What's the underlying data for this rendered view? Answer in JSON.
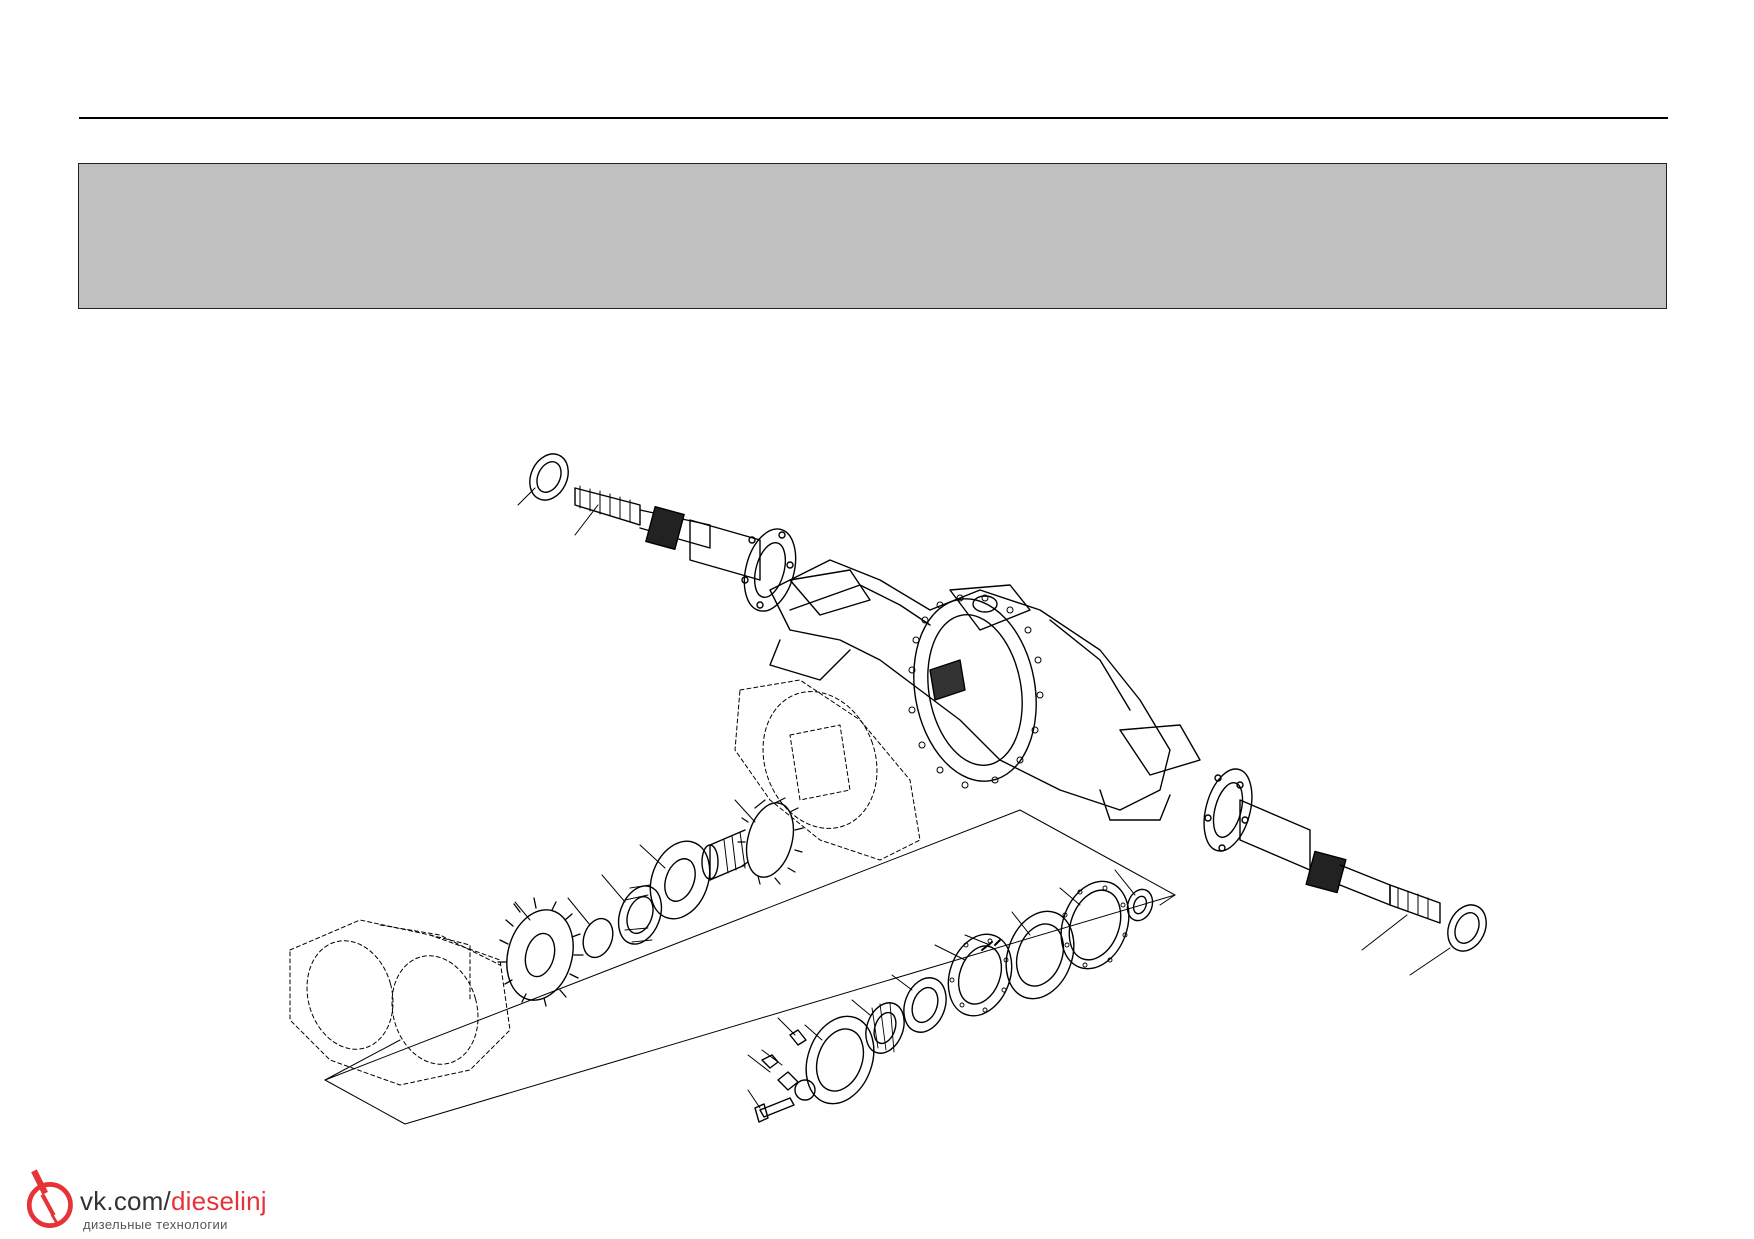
{
  "watermark": {
    "site_prefix": "vk.com/",
    "site_accent": "dieselinj",
    "tagline": "дизельные технологии",
    "accent_color": "#e63338",
    "logo_icon": "fuel-injector-icon"
  },
  "colors": {
    "header_band": "#c0c0c0",
    "line": "#000000"
  }
}
